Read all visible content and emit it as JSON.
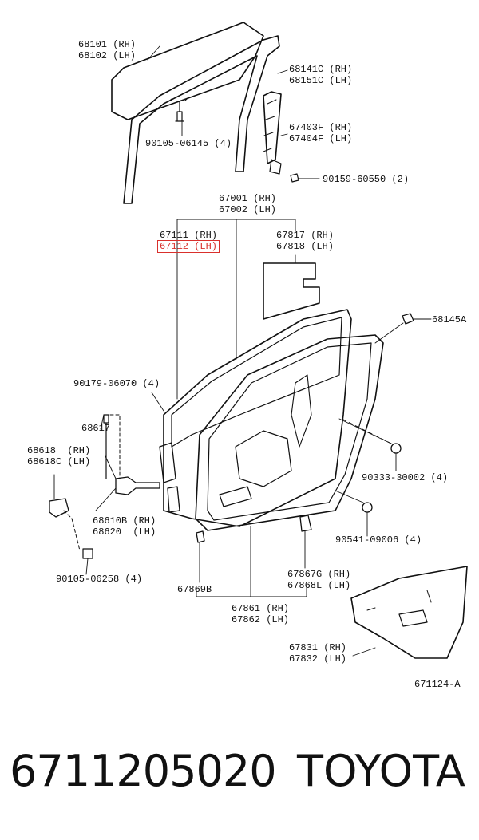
{
  "labels": {
    "p68101": "68101 (RH)",
    "p68102": "68102 (LH)",
    "p68141c": "68141C (RH)",
    "p68151c": "68151C (LH)",
    "p90105a": "90105-06145 (4)",
    "p67403f": "67403F (RH)",
    "p67404f": "67404F (LH)",
    "p90159": "90159-60550 (2)",
    "p67001": "67001 (RH)",
    "p67002": "67002 (LH)",
    "p67111": "67111 (RH)",
    "p67112": "67112 (LH)",
    "p67817": "67817 (RH)",
    "p67818": "67818 (LH)",
    "p68145a": "68145A",
    "p90179": "90179-06070 (4)",
    "p68617": "68617",
    "p68618": "68618  (RH)",
    "p68618c": "68618C (LH)",
    "p68610b": "68610B (RH)",
    "p68620": "68620  (LH)",
    "p90333": "90333-30002 (4)",
    "p90541": "90541-09006 (4)",
    "p90105b": "90105-06258 (4)",
    "p67869b": "67869B",
    "p67867g": "67867G (RH)",
    "p67868l": "67868L (LH)",
    "p67861": "67861 (RH)",
    "p67862": "67862 (LH)",
    "p67831": "67831 (RH)",
    "p67832": "67832 (LH)",
    "ref": "671124-A"
  },
  "footer": {
    "part_number": "6711205020",
    "brand": "TOYOTA"
  },
  "colors": {
    "highlight": "#d9302c",
    "ink": "#111111"
  }
}
